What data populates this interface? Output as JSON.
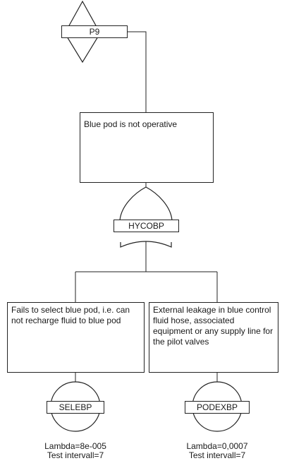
{
  "transfer_gate": {
    "label": "P9"
  },
  "top_event": {
    "description": "Blue pod is not operative",
    "gate": {
      "type": "or",
      "label": "HYCOBP"
    }
  },
  "basic_events": [
    {
      "description": "Fails to select blue pod, i.e. can not recharge fluid to blue pod",
      "label": "SELEBP",
      "lambda": "Lambda=8e-005",
      "test_interval": "Test intervall=7"
    },
    {
      "description": "External leakage in blue control fluid hose, associated equipment or any supply line for the pilot valves",
      "label": "PODEXBP",
      "lambda": "Lambda=0,0007",
      "test_interval": "Test intervall=7"
    }
  ]
}
